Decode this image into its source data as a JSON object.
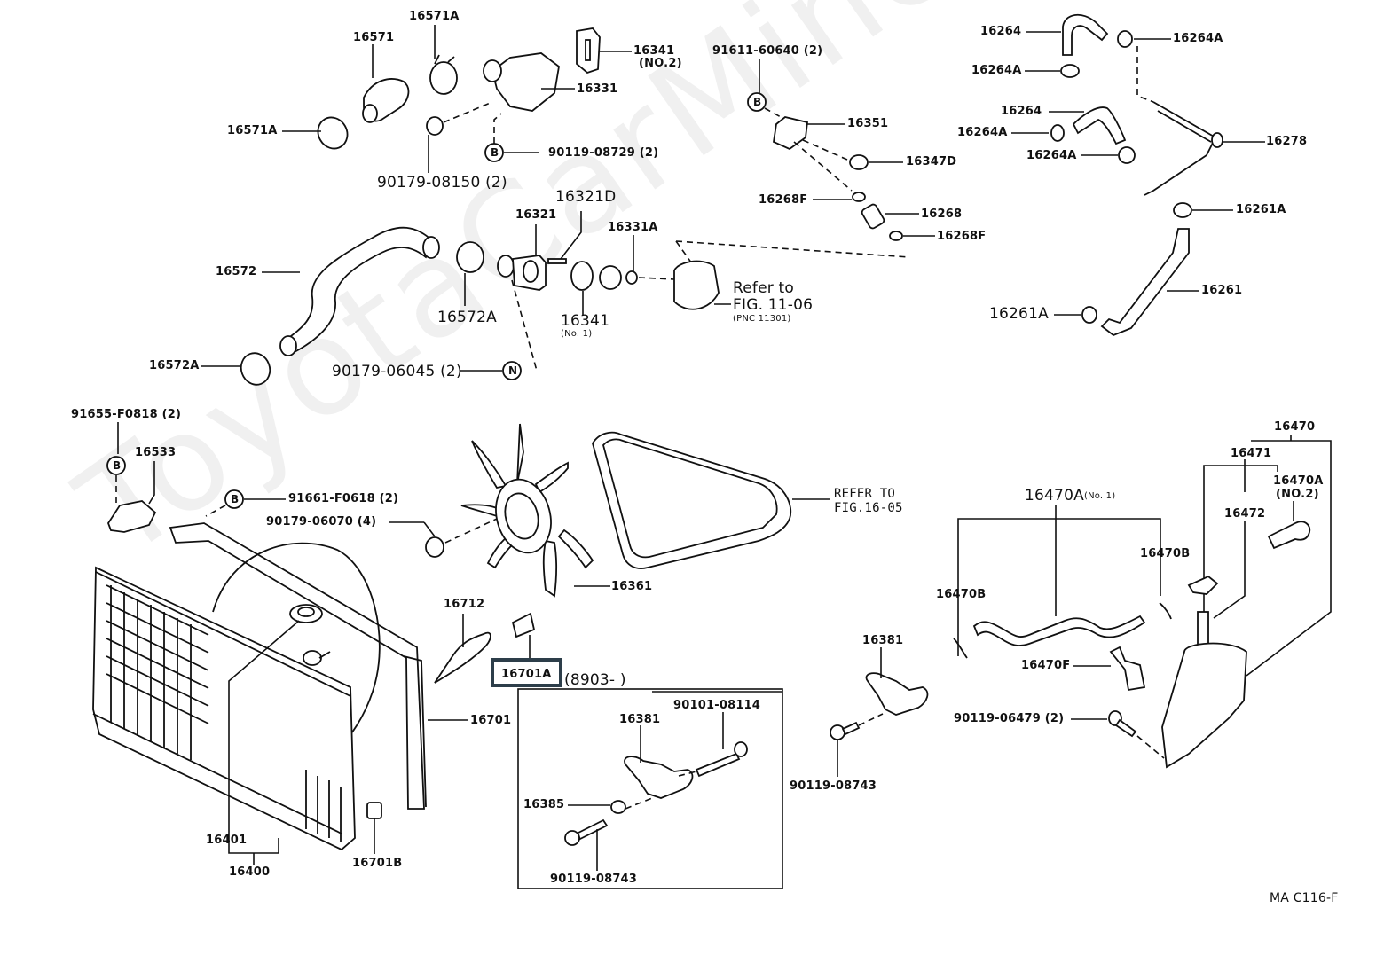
{
  "figure": {
    "code": "MA C116-F",
    "watermark": "ToyotaCarMine.ru",
    "highlighted_part": "16701A",
    "highlight_color": "#2d3e4a"
  },
  "labels": {
    "p16571": "16571",
    "p16571A_top": "16571A",
    "p16571A_left": "16571A",
    "p16341_no2": "16341",
    "p16341_no2_sub": "(NO.2)",
    "p16331": "16331",
    "p90179_08150": "90179-08150 (2)",
    "p90119_08729": "90119-08729 (2)",
    "p91611_60640": "91611-60640 (2)",
    "p16351": "16351",
    "p16347D": "16347D",
    "p16268F_a": "16268F",
    "p16268": "16268",
    "p16268F_b": "16268F",
    "p16264_a": "16264",
    "p16264A_a": "16264A",
    "p16264A_b": "16264A",
    "p16264_b": "16264",
    "p16264A_c": "16264A",
    "p16264A_d": "16264A",
    "p16278": "16278",
    "p16261A_a": "16261A",
    "p16261": "16261",
    "p16261A_b": "16261A",
    "p16572": "16572",
    "p16572A_a": "16572A",
    "p16572A_b": "16572A",
    "p16321": "16321",
    "p16321D": "16321D",
    "p16331A": "16331A",
    "p16341_no1": "16341",
    "p16341_no1_sub": "(No. 1)",
    "ref_fig_1106_a": "Refer to",
    "ref_fig_1106_b": "FIG. 11-06",
    "ref_fig_1106_c": "(PNC 11301)",
    "p90179_06045": "90179-06045 (2)",
    "p91655_F0818": "91655-F0818 (2)",
    "p16533": "16533",
    "p91661_F0618": "91661-F0618 (2)",
    "p90179_06070": "90179-06070 (4)",
    "ref_fig_1605_a": "REFER TO",
    "ref_fig_1605_b": "FIG.16-05",
    "p16361": "16361",
    "p16712": "16712",
    "p16701A": "16701A",
    "date_range": "(8903-      )",
    "p16701": "16701",
    "p16401": "16401",
    "p16400": "16400",
    "p16701B": "16701B",
    "inset_16381": "16381",
    "inset_90101_08114": "90101-08114",
    "inset_16385": "16385",
    "inset_90119_08743": "90119-08743",
    "p16381": "16381",
    "p90119_08743": "90119-08743",
    "p16470": "16470",
    "p16471": "16471",
    "p16470A_no2": "16470A",
    "p16470A_no2_sub": "(NO.2)",
    "p16472": "16472",
    "p16470A_no1": "16470A",
    "p16470A_no1_sub": "(No. 1)",
    "p16470B_a": "16470B",
    "p16470B_b": "16470B",
    "p16470F": "16470F",
    "p90119_06479": "90119-06479 (2)",
    "bolt_marker_B": "B",
    "nut_marker_N": "N"
  }
}
